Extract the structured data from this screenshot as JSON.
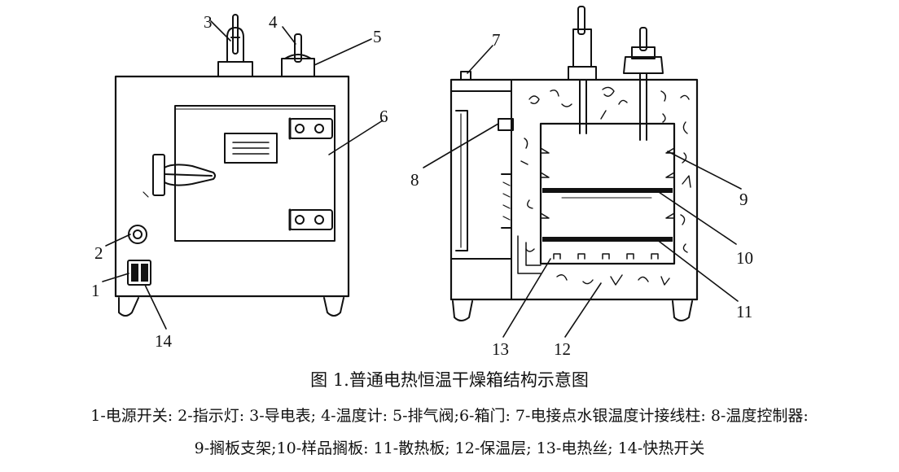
{
  "figure": {
    "title": "图 1.普通电热恒温干燥箱结构示意图",
    "legend_line1": "1-电源开关: 2-指示灯: 3-导电表; 4-温度计: 5-排气阀;6-箱门: 7-电接点水银温度计接线柱: 8-温度控制器:",
    "legend_line2": "9-搁板支架;10-样品搁板: 11-散热板; 12-保温层; 13-电热丝; 14-快热开关"
  },
  "callouts": {
    "c1": "1",
    "c2": "2",
    "c3": "3",
    "c4": "4",
    "c5": "5",
    "c6": "6",
    "c7": "7",
    "c8": "8",
    "c9": "9",
    "c10": "10",
    "c11": "11",
    "c12": "12",
    "c13": "13",
    "c14": "14"
  },
  "colors": {
    "line": "#111111",
    "background": "#ffffff"
  }
}
